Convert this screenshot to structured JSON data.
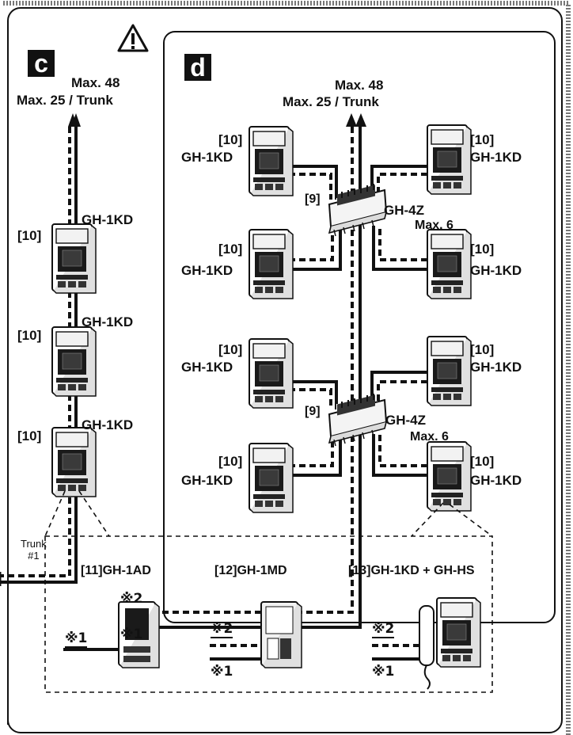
{
  "header": {
    "warning_icon": "warning-triangle-icon"
  },
  "section_c": {
    "badge": "c",
    "max_total": "Max. 48",
    "max_trunk": "Max. 25 / Trunk",
    "trunk_label": "Trunk\n#1",
    "stations": [
      {
        "num": "[10]",
        "model": "GH-1KD"
      },
      {
        "num": "[10]",
        "model": "GH-1KD"
      },
      {
        "num": "[10]",
        "model": "GH-1KD"
      }
    ]
  },
  "section_d": {
    "badge": "d",
    "max_total": "Max. 48",
    "max_trunk": "Max. 25 / Trunk",
    "hubs": [
      {
        "num": "[9]",
        "model": "GH-4Z",
        "max": "Max. 6"
      },
      {
        "num": "[9]",
        "model": "GH-4Z",
        "max": "Max. 6"
      }
    ],
    "stations": [
      {
        "num": "[10]",
        "model": "GH-1KD"
      },
      {
        "num": "[10]",
        "model": "GH-1KD"
      },
      {
        "num": "[10]",
        "model": "GH-1KD"
      },
      {
        "num": "[10]",
        "model": "GH-1KD"
      },
      {
        "num": "[10]",
        "model": "GH-1KD"
      },
      {
        "num": "[10]",
        "model": "GH-1KD"
      },
      {
        "num": "[10]",
        "model": "GH-1KD"
      },
      {
        "num": "[10]",
        "model": "GH-1KD"
      }
    ]
  },
  "wire_marks": {
    "wire1": "※1",
    "wire2": "※2"
  },
  "options": [
    {
      "num": "[11]",
      "model": "GH-1AD"
    },
    {
      "num": "[12]",
      "model": "GH-1MD"
    },
    {
      "num": "[13]",
      "model": "GH-1KD + GH-HS"
    }
  ],
  "colors": {
    "ink": "#111111",
    "paper": "#ffffff",
    "screen": "#1a1a1a"
  }
}
